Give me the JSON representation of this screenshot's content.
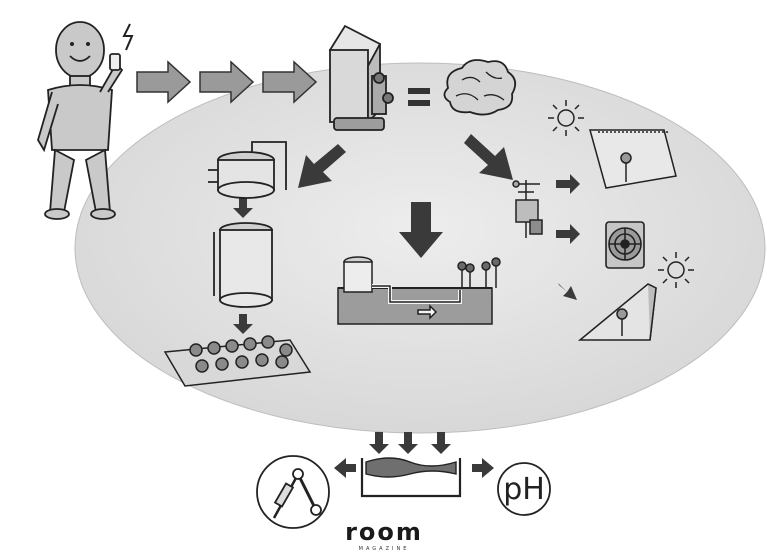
{
  "labels": {
    "ph": "pH",
    "logo_main": "room",
    "logo_sub": "MAGAZINE"
  },
  "colors": {
    "ellipse_fill": "#e3e3e3",
    "arrow_fill": "#3a3a3a",
    "person_fill": "#c9c9c9",
    "outline": "#222222"
  }
}
